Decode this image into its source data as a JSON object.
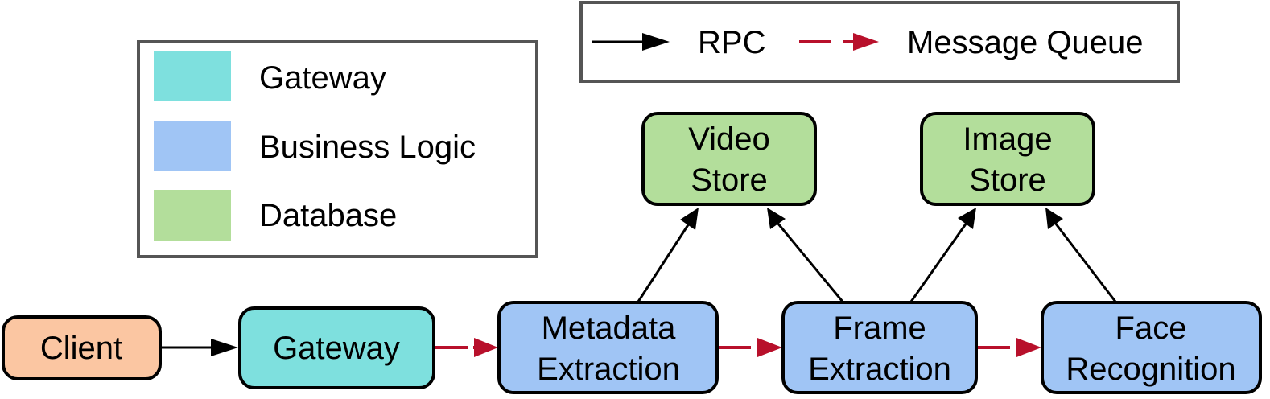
{
  "colors": {
    "gateway": "#7ee0de",
    "business_logic": "#a0c5f5",
    "database": "#b3de9b",
    "client": "#fbc6a2",
    "rpc_arrow": "#000000",
    "queue_arrow": "#b8102b",
    "legend_border": "#555555"
  },
  "category_legend": {
    "items": [
      {
        "label": "Gateway",
        "color_key": "gateway"
      },
      {
        "label": "Business Logic",
        "color_key": "business_logic"
      },
      {
        "label": "Database",
        "color_key": "database"
      }
    ]
  },
  "edge_legend": {
    "rpc_label": "RPC",
    "queue_label": "Message Queue"
  },
  "nodes": {
    "client": {
      "lines": [
        "Client"
      ],
      "category": "client"
    },
    "gateway": {
      "lines": [
        "Gateway"
      ],
      "category": "gateway"
    },
    "metadata_extraction": {
      "lines": [
        "Metadata",
        "Extraction"
      ],
      "category": "business_logic"
    },
    "frame_extraction": {
      "lines": [
        "Frame",
        "Extraction"
      ],
      "category": "business_logic"
    },
    "face_recognition": {
      "lines": [
        "Face",
        "Recognition"
      ],
      "category": "business_logic"
    },
    "video_store": {
      "lines": [
        "Video",
        "Store"
      ],
      "category": "database"
    },
    "image_store": {
      "lines": [
        "Image",
        "Store"
      ],
      "category": "database"
    }
  },
  "edges": [
    {
      "from": "client",
      "to": "gateway",
      "type": "rpc"
    },
    {
      "from": "gateway",
      "to": "metadata_extraction",
      "type": "queue"
    },
    {
      "from": "metadata_extraction",
      "to": "frame_extraction",
      "type": "queue"
    },
    {
      "from": "frame_extraction",
      "to": "face_recognition",
      "type": "queue"
    },
    {
      "from": "metadata_extraction",
      "to": "video_store",
      "type": "rpc"
    },
    {
      "from": "frame_extraction",
      "to": "video_store",
      "type": "rpc"
    },
    {
      "from": "frame_extraction",
      "to": "image_store",
      "type": "rpc"
    },
    {
      "from": "face_recognition",
      "to": "image_store",
      "type": "rpc"
    }
  ]
}
